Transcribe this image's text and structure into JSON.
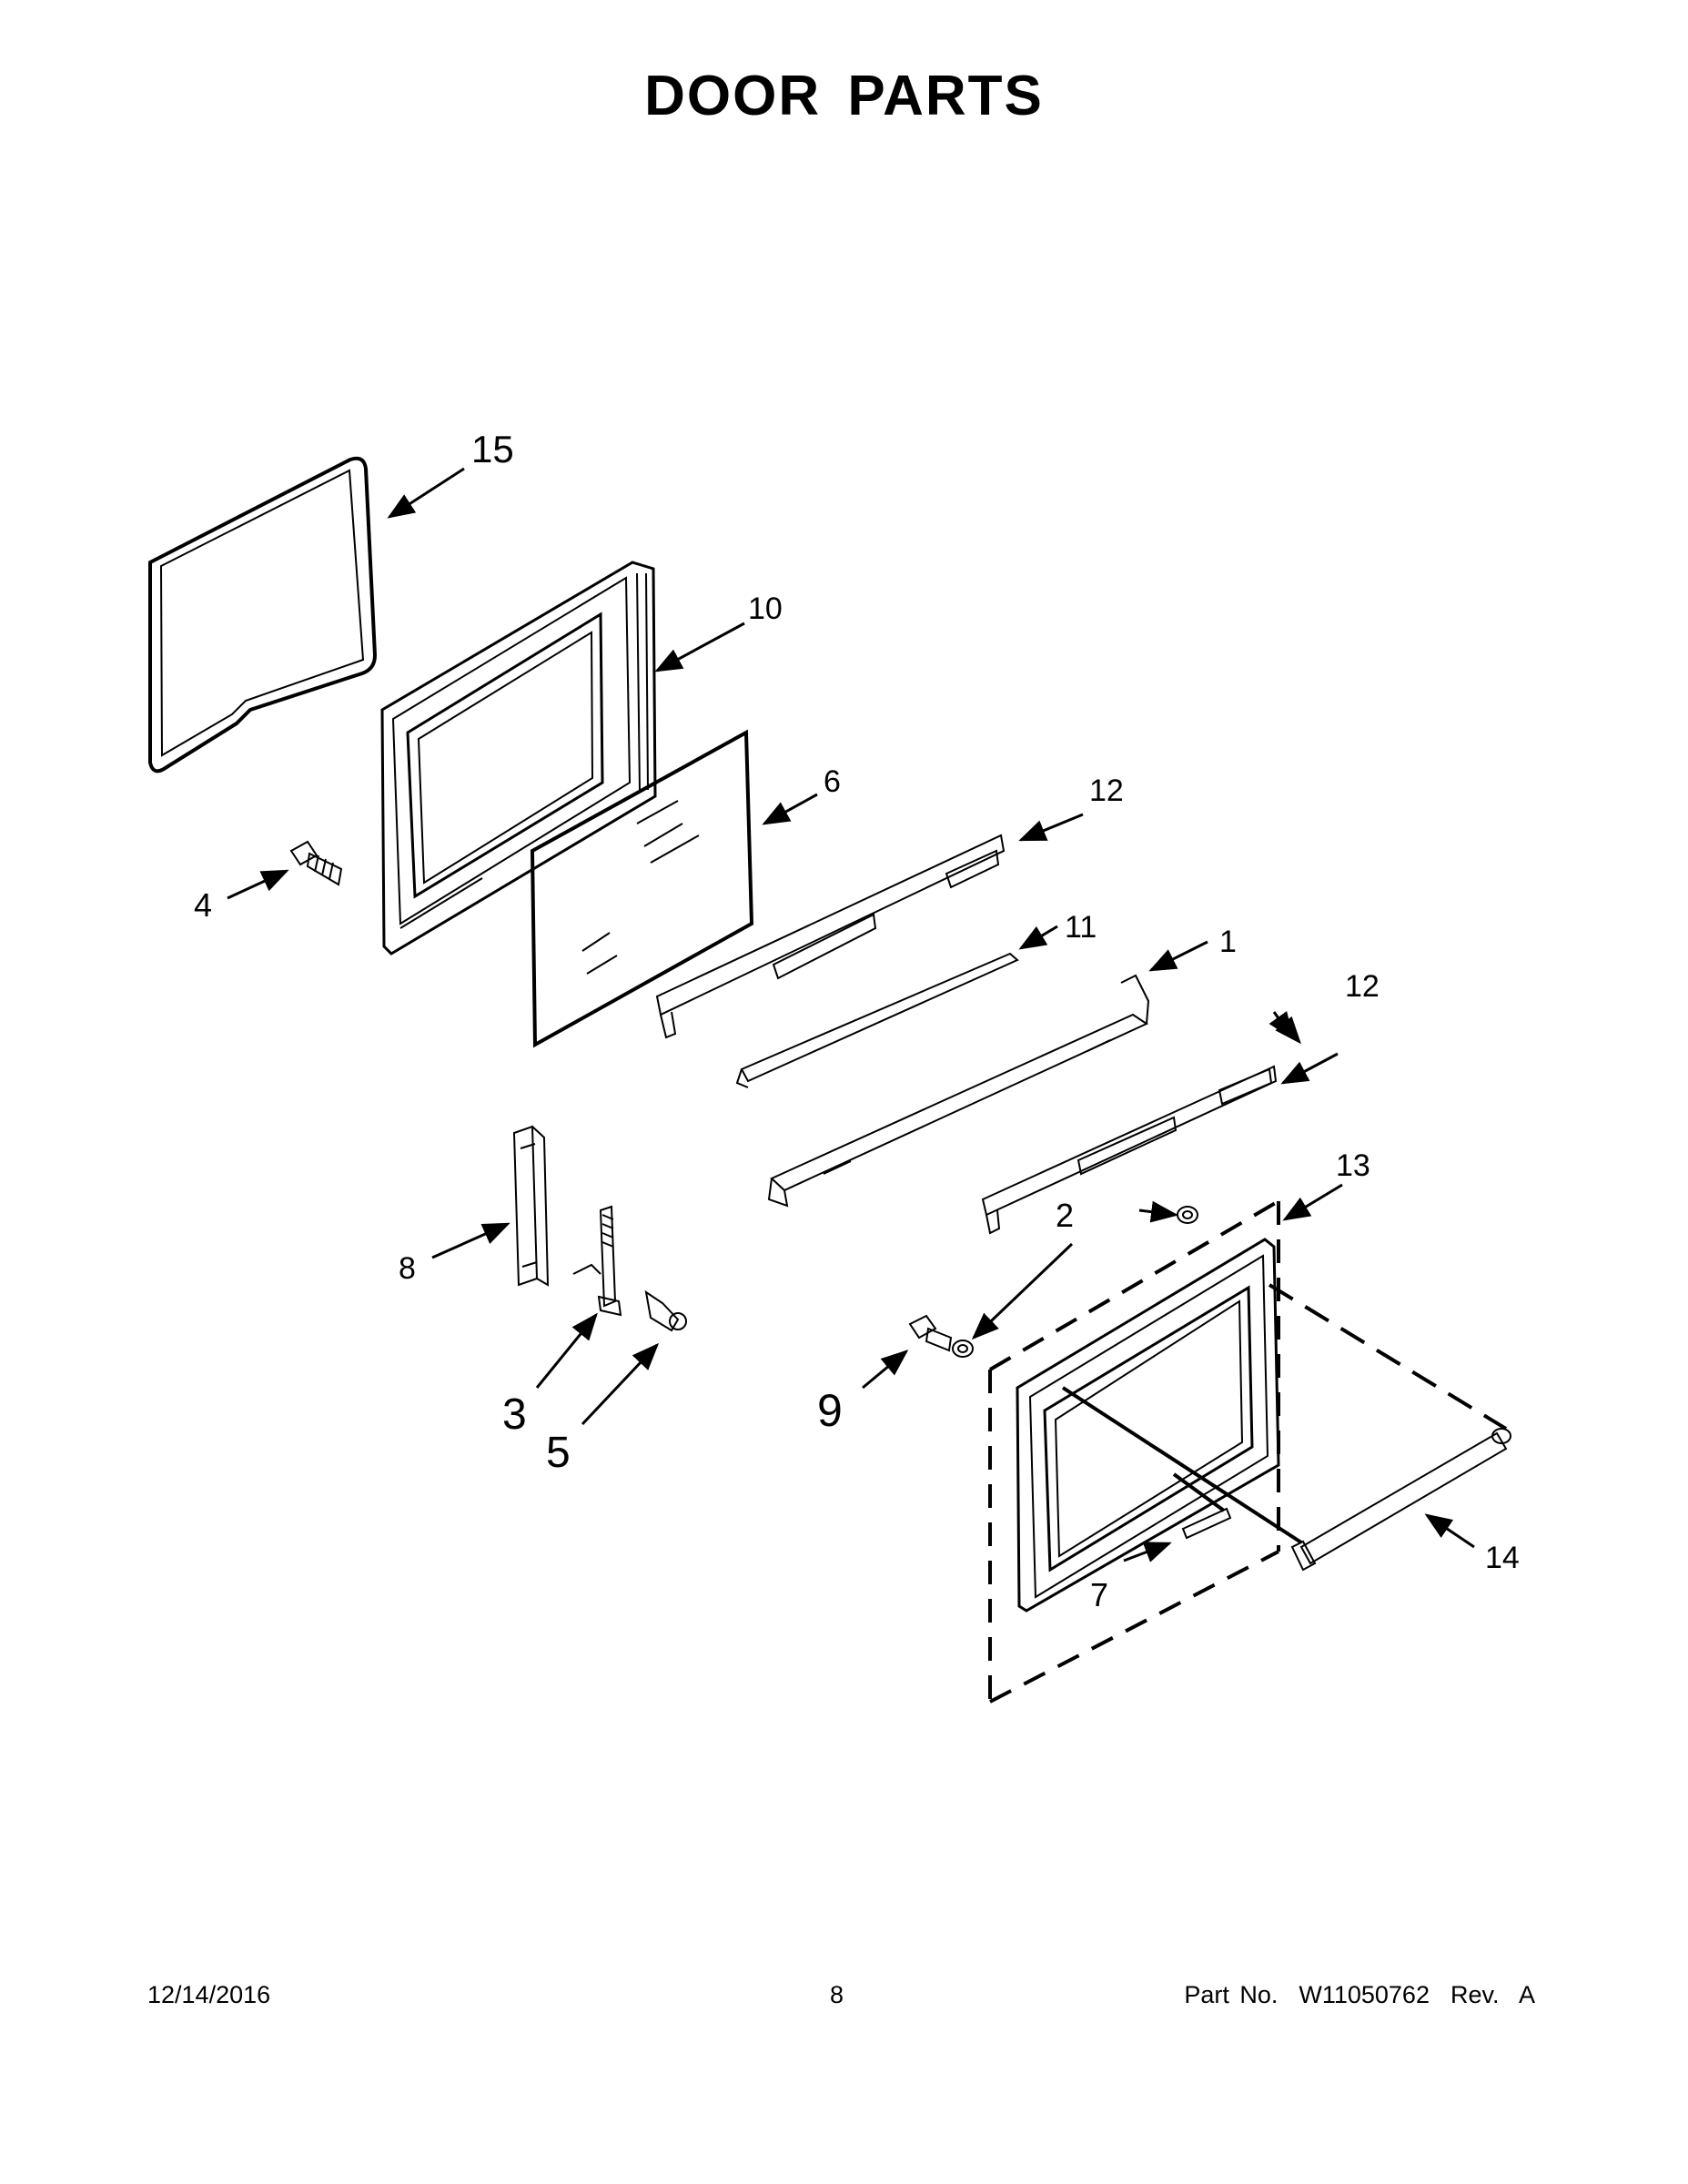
{
  "title": "DOOR PARTS",
  "callouts": {
    "c1": "1",
    "c2a": "2",
    "c2b": "2",
    "c3": "3",
    "c4": "4",
    "c5": "5",
    "c6": "6",
    "c7": "7",
    "c8": "8",
    "c9": "9",
    "c10": "10",
    "c11": "11",
    "c12a": "12",
    "c12b": "12",
    "c13": "13",
    "c14": "14",
    "c15": "15"
  },
  "footer": {
    "date": "12/14/2016",
    "page": "8",
    "part": "Part No.  W11050762  Rev.  A"
  }
}
